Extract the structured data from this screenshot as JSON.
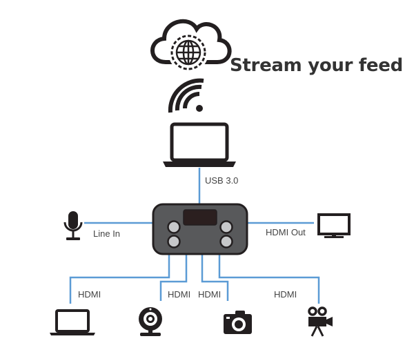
{
  "title": "Stream your feed",
  "labels": {
    "usb": "USB 3.0",
    "line_in": "Line In",
    "hdmi_out": "HDMI Out",
    "hdmi_1": "HDMI",
    "hdmi_2": "HDMI",
    "hdmi_3": "HDMI",
    "hdmi_4": "HDMI"
  },
  "colors": {
    "line": "#5b9bd5",
    "icon": "#231f20",
    "device": "#58595b",
    "button": "#c7c8ca"
  }
}
